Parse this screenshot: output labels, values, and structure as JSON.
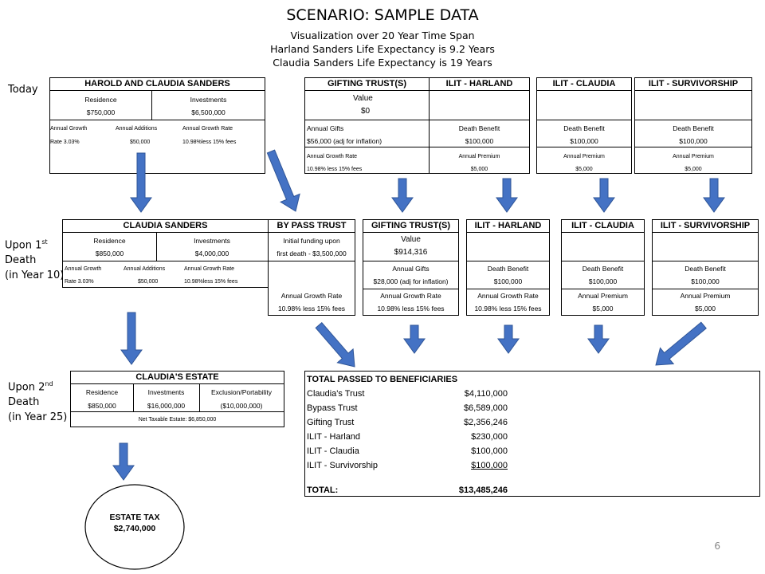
{
  "title": "SCENARIO: SAMPLE DATA",
  "subtitles": [
    "Visualization over 20 Year Time Span",
    "Harland Sanders Life Expectancy is 9.2 Years",
    "Claudia Sanders Life Expectancy is 19 Years"
  ],
  "sides": {
    "today": "Today",
    "first": [
      "Upon 1",
      "st",
      "Death",
      "(in Year 10)"
    ],
    "second": [
      "Upon 2",
      "nd",
      "Death",
      "(in Year 25)"
    ]
  },
  "row1": {
    "couple": {
      "title": "HAROLD  AND CLAUDIA  SANDERS",
      "residence_label": "Residence",
      "residence_value": "$750,000",
      "investments_label": "Investments",
      "investments_value": "$6,500,000",
      "growth_label": "Annual Growth",
      "growth_value": "Rate 3.03%",
      "additions_label": "Annual Additions",
      "additions_value": "$50,000",
      "rate_label": "Annual Growth Rate",
      "rate_value": "10.98%less 15% fees"
    },
    "gifting": {
      "title": "GIFTING TRUST(S)",
      "value_label": "Value",
      "value": "$0",
      "gifts_label": "Annual Gifts",
      "gifts_value": "$56,000 (adj for inflation)",
      "rate_label": "Annual Growth Rate",
      "rate_value": "10.98% less 15% fees"
    },
    "ilit_harland": {
      "title": "ILIT - HARLAND",
      "db_label": "Death Benefit",
      "db_value": "$100,000",
      "prem_label": "Annual Premium",
      "prem_value": "$5,000"
    },
    "ilit_claudia": {
      "title": "ILIT - CLAUDIA",
      "db_label": "Death Benefit",
      "db_value": "$100,000",
      "prem_label": "Annual Premium",
      "prem_value": "$5,000"
    },
    "ilit_surv": {
      "title": "ILIT - SURVIVORSHIP",
      "db_label": "Death Benefit",
      "db_value": "$100,000",
      "prem_label": "Annual Premium",
      "prem_value": "$5,000"
    }
  },
  "row2": {
    "claudia": {
      "title": "CLAUDIA  SANDERS",
      "residence_label": "Residence",
      "residence_value": "$850,000",
      "investments_label": "Investments",
      "investments_value": "$4,000,000",
      "growth_label": "Annual Growth",
      "growth_value": "Rate 3.03%",
      "additions_label": "Annual Additions",
      "additions_value": "$50,000",
      "rate_label": "Annual Growth Rate",
      "rate_value": "10.98%less 15% fees"
    },
    "bypass": {
      "title": "BY PASS TRUST",
      "funding_line1": "Initial funding upon",
      "funding_line2": "first death - $3,500,000",
      "rate_label": "Annual Growth Rate",
      "rate_value": "10.98% less 15% fees"
    },
    "gifting": {
      "title": "GIFTING TRUST(S)",
      "value_label": "Value",
      "value": "$914,316",
      "gifts_label": "Annual Gifts",
      "gifts_value": "$28,000 (adj for inflation)",
      "rate_label": "Annual Growth Rate",
      "rate_value": "10.98% less 15% fees"
    },
    "ilit_harland": {
      "title": "ILIT - HARLAND",
      "db_label": "Death Benefit",
      "db_value": "$100,000",
      "rate_label": "Annual Growth Rate",
      "rate_value": "10.98% less 15% fees"
    },
    "ilit_claudia": {
      "title": "ILIT - CLAUDIA",
      "db_label": "Death Benefit",
      "db_value": "$100,000",
      "prem_label": "Annual Premium",
      "prem_value": "$5,000"
    },
    "ilit_surv": {
      "title": "ILIT - SURVIVORSHIP",
      "db_label": "Death Benefit",
      "db_value": "$100,000",
      "prem_label": "Annual Premium",
      "prem_value": "$5,000"
    }
  },
  "estate": {
    "title": "CLAUDIA'S  ESTATE",
    "residence_label": "Residence",
    "residence_value": "$850,000",
    "investments_label": "Investments",
    "investments_value": "$16,000,000",
    "exclusion_label": "Exclusion/Portability",
    "exclusion_value": "($10,000,000)",
    "net_taxable": "Net Taxable  Estate: $6,850,000"
  },
  "totals": {
    "title": "TOTAL PASSED TO BENEFICIARIES",
    "items": [
      {
        "label": "Claudia's Trust",
        "value": "$4,110,000"
      },
      {
        "label": "Bypass Trust",
        "value": "$6,589,000"
      },
      {
        "label": "Gifting Trust",
        "value": "$2,356,246"
      },
      {
        "label": "ILIT - Harland",
        "value": "$230,000"
      },
      {
        "label": "ILIT - Claudia",
        "value": "$100,000"
      },
      {
        "label": "ILIT - Survivorship",
        "value": "$100,000"
      }
    ],
    "total_label": "TOTAL:",
    "total_value": "$13,485,246"
  },
  "estate_tax": {
    "label": "ESTATE TAX",
    "value": "$2,740,000"
  },
  "page_number": "6",
  "colors": {
    "arrow_fill": "#4472C4",
    "arrow_stroke": "#2F5597"
  }
}
